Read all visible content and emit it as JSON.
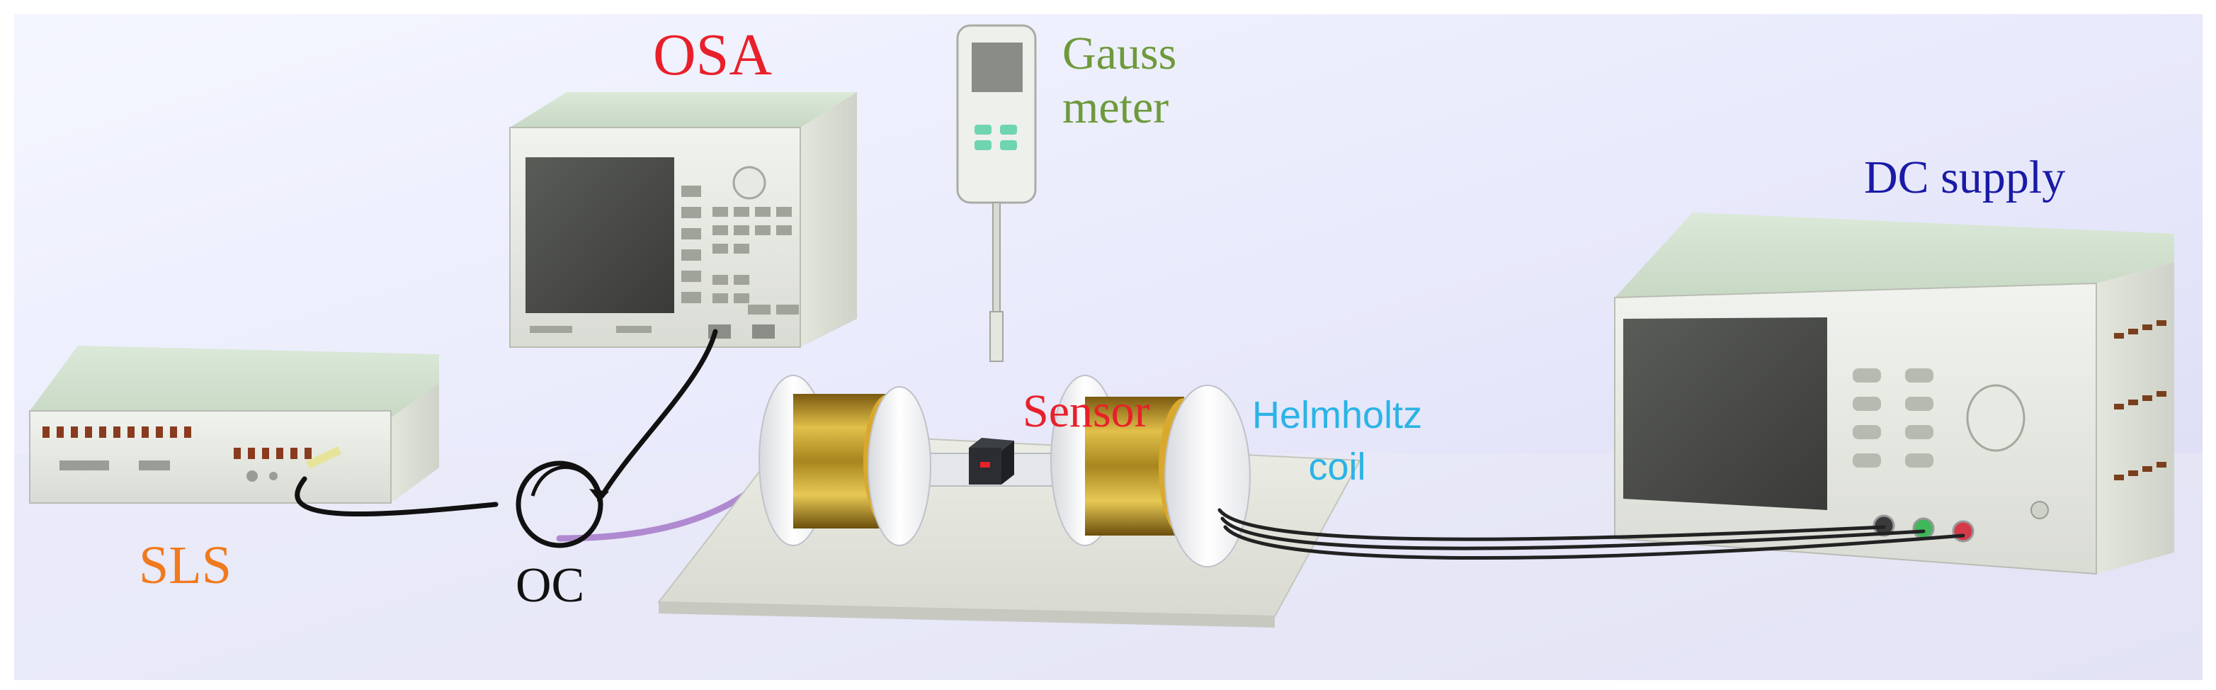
{
  "labels": {
    "osa": "OSA",
    "gauss_line1": "Gauss",
    "gauss_line2": "meter",
    "dc_supply": "DC supply",
    "sensor": "Sensor",
    "helmholtz_line1": "Helmholtz",
    "helmholtz_line2": "coil",
    "sls": "SLS",
    "oc": "OC"
  },
  "colors": {
    "osa": "#e8202a",
    "gauss": "#6e9a3c",
    "dc_supply": "#1a1aa6",
    "sensor": "#e8202a",
    "helmholtz": "#2bb3e6",
    "sls": "#f07a1e",
    "oc": "#111111",
    "fiber_black": "#111111",
    "fiber_purple": "#b08ad0",
    "coil_wire": "#c9a227"
  }
}
